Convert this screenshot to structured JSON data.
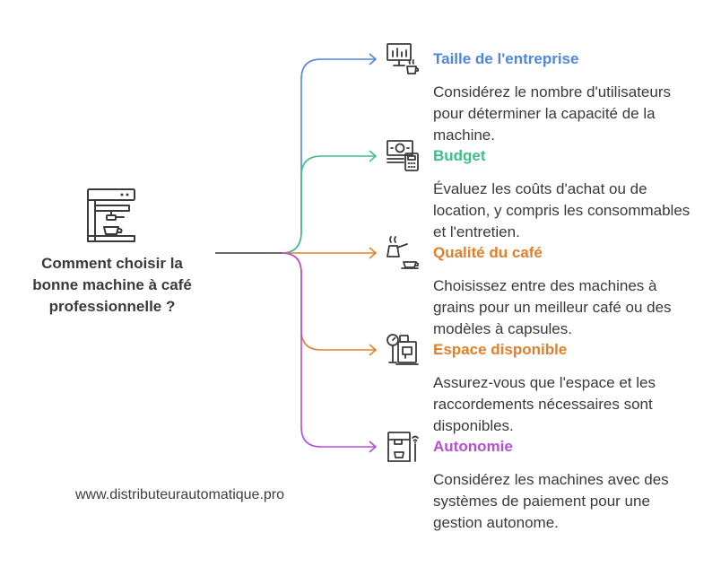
{
  "root": {
    "title": "Comment choisir la bonne machine à café professionnelle ?",
    "icon": "espresso-machine-icon"
  },
  "footer": {
    "url": "www.distributeurautomatique.pro"
  },
  "branches": [
    {
      "title": "Taille de l'entreprise",
      "description": "Considérez le nombre d'utilisateurs pour déterminer la capacité de la machine.",
      "color": "#4f86dc",
      "icon": "office-monitor-coffee-icon"
    },
    {
      "title": "Budget",
      "description": "Évaluez les coûts d'achat ou de location, y compris les consommables et l'entretien.",
      "color": "#3fbf85",
      "icon": "money-calculator-icon"
    },
    {
      "title": "Qualité du café",
      "description": "Choisissez entre des machines à grains pour un meilleur café ou des modèles à capsules.",
      "color": "#e0802a",
      "icon": "coffee-pot-cup-icon"
    },
    {
      "title": "Espace disponible",
      "description": "Assurez-vous que l'espace et les raccordements nécessaires sont disponibles.",
      "color": "#e0802a",
      "icon": "gauge-machine-icon"
    },
    {
      "title": "Autonomie",
      "description": "Considérez les machines avec des systèmes de paiement pour une gestion autonome.",
      "color": "#b34fd6",
      "icon": "smart-coffee-machine-icon"
    }
  ]
}
